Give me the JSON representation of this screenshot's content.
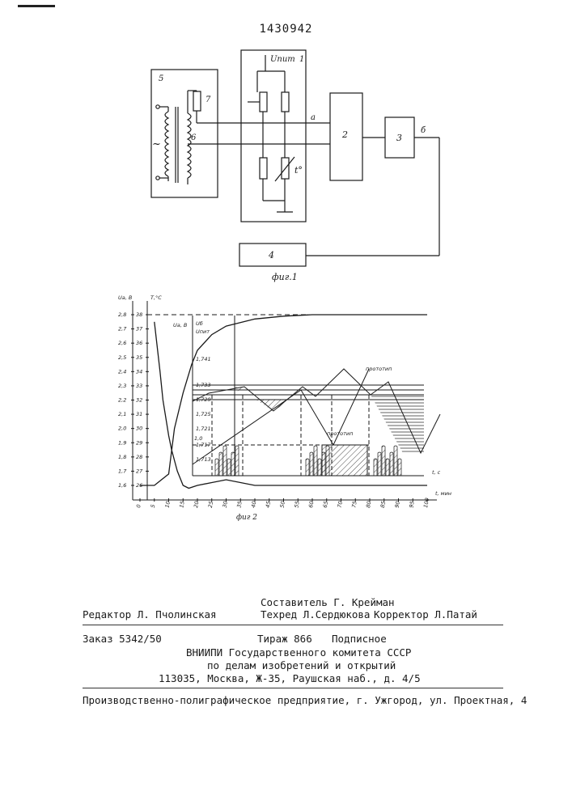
{
  "header": {
    "patent_number": "1430942"
  },
  "figure1": {
    "caption": "фиг.1",
    "blocks": {
      "b1": "1",
      "b2": "2",
      "b3": "3",
      "b4": "4",
      "b5": "5",
      "resistor7": "7",
      "winding6": "6"
    },
    "supply_label": "Uпит",
    "temp_label": "t°",
    "node_a": "а",
    "node_b": "б",
    "ac_symbol": "~"
  },
  "figure2": {
    "caption": "фиг 2",
    "left_axis_title": "Uа, В",
    "temp_axis_title": "Т,°С",
    "inner_axis_title": "Uа, В",
    "inner_right_title_1": "Uб",
    "inner_right_title_2": "Uпит",
    "x_axis_title": "t, мин",
    "inner_x_title": "t, с",
    "label_prototype": "прототип",
    "label_1": "1,0"
  },
  "chart_data": {
    "type": "line",
    "title": "",
    "xlabel": "t, мин",
    "ylabel": "Uа, В",
    "x_ticks": [
      "0",
      "5",
      "10",
      "15",
      "20",
      "25",
      "30",
      "35",
      "40",
      "45",
      "50",
      "55",
      "60",
      "65",
      "70",
      "75",
      "80",
      "85",
      "90",
      "95",
      "100"
    ],
    "y_ticks_U": [
      "2,8",
      "2,7",
      "2,6",
      "2,5",
      "2,4",
      "2,3",
      "2,2",
      "2,1",
      "2,0",
      "1,9",
      "1,8",
      "1,7",
      "1,6"
    ],
    "y_ticks_T": [
      "38",
      "37",
      "36",
      "35",
      "34",
      "33",
      "32",
      "31",
      "30",
      "29",
      "28",
      "27",
      "26"
    ],
    "inner_y_ticks": [
      "1,741",
      "1,733",
      "1,729",
      "1,725",
      "1,721",
      "1,717",
      "1,713"
    ],
    "series": [
      {
        "name": "",
        "x": [
          0,
          5,
          10,
          12,
          15,
          18,
          20,
          25,
          30,
          40,
          50,
          60,
          70,
          80,
          90,
          100
        ],
        "y": [
          26,
          26,
          26.8,
          30,
          32.5,
          34.5,
          35.5,
          36.6,
          37.2,
          37.7,
          37.9,
          38,
          38,
          38,
          38,
          38
        ]
      },
      {
        "name": "",
        "x": [
          5,
          7,
          8,
          10,
          11,
          13,
          15,
          17,
          20,
          25,
          30,
          40,
          50,
          60,
          70,
          80,
          90,
          100
        ],
        "y": [
          2.75,
          2.4,
          2.2,
          1.95,
          1.85,
          1.7,
          1.6,
          1.58,
          1.6,
          1.62,
          1.64,
          1.6,
          1.6,
          1.6,
          1.6,
          1.6,
          1.6,
          1.6
        ]
      }
    ],
    "grid": false,
    "legend": "none"
  },
  "footer": {
    "editor": "Редактор Л. Пчолинская",
    "compiler": "Составитель Г. Крейман",
    "techred": "Техред Л.Сердюкова",
    "corrector": "Корректор Л.Патай",
    "order": "Заказ 5342/50",
    "circulation": "Тираж 866",
    "subscription": "Подписное",
    "org_line1": "ВНИИПИ Государственного комитета СССР",
    "org_line2": "по делам изобретений и открытий",
    "address": "113035, Москва, Ж-35, Раушская наб., д. 4/5",
    "printer": "Производственно-полиграфическое предприятие, г. Ужгород, ул. Проектная, 4"
  }
}
